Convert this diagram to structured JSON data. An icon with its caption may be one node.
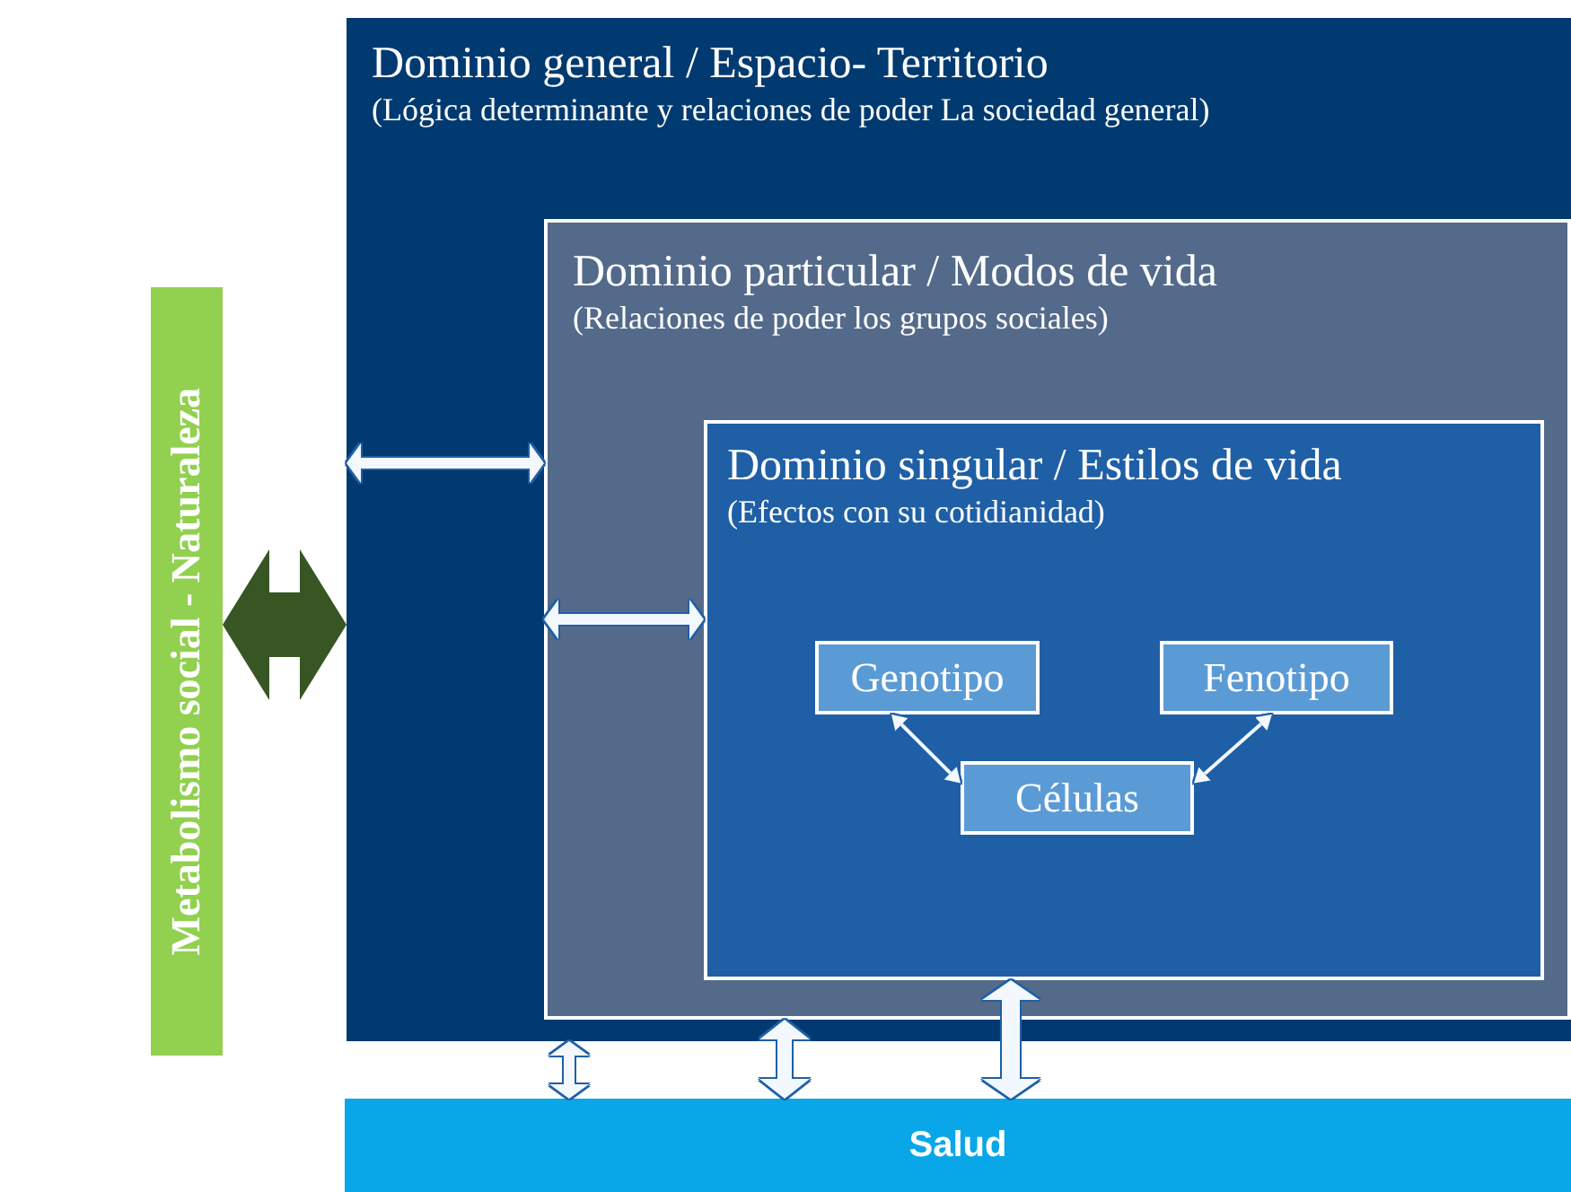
{
  "diagram": {
    "nodes": [
      {
        "text": [
          "Dominio general / Espacio- Territorio",
          "(Lógica determinante y relaciones de poder La sociedad general)"
        ]
      },
      {
        "text": [
          "Dominio particular / Modos de vida",
          "(Relaciones de poder los grupos sociales)"
        ],
        "in": 0
      },
      {
        "text": [
          "Dominio singular / Estilos de vida",
          "(Efectos con su cotidianidad)"
        ],
        "in": 1
      },
      {
        "text": [
          "Genotipo"
        ],
        "in": 2
      },
      {
        "text": [
          "Fenotipo"
        ],
        "in": 2
      },
      {
        "text": [
          "Células"
        ],
        "in": 2
      },
      {
        "text": [
          "Metabolismo social - Naturaleza"
        ]
      },
      {
        "text": [
          "Salud"
        ]
      }
    ],
    "edges": [
      {
        "from": 6,
        "to": 0,
        "arrow": "both",
        "style": "thick",
        "color": "#375623"
      },
      {
        "from": 0,
        "to": 1,
        "arrow": "both"
      },
      {
        "from": 1,
        "to": 2,
        "arrow": "both"
      },
      {
        "from": 3,
        "to": 5,
        "arrow": "both"
      },
      {
        "from": 4,
        "to": 5,
        "arrow": "both"
      },
      {
        "from": 0,
        "to": 7,
        "arrow": "both"
      },
      {
        "from": 1,
        "to": 7,
        "arrow": "both"
      },
      {
        "from": 2,
        "to": 7,
        "arrow": "both"
      }
    ]
  }
}
